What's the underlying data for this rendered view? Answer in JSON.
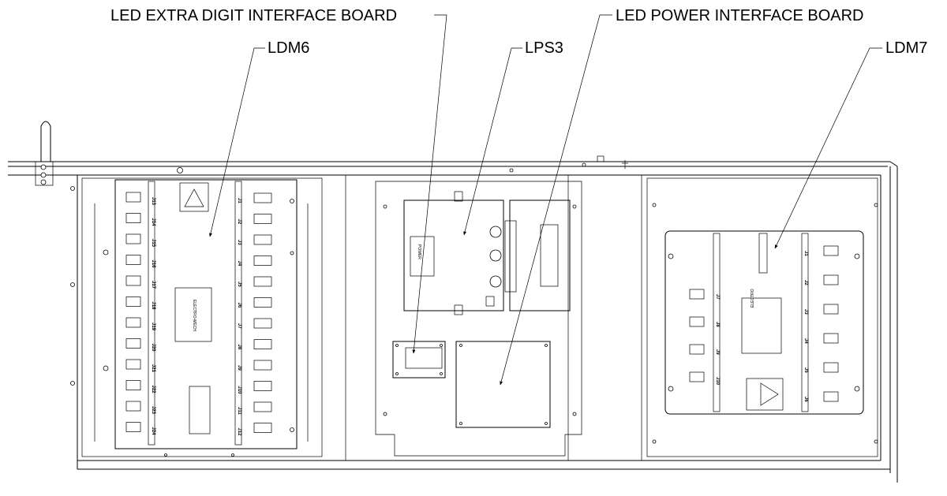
{
  "callouts": {
    "extra_digit": "LED EXTRA DIGIT INTERFACE BOARD",
    "power_interface": "LED POWER INTERFACE BOARD",
    "ldm6": "LDM6",
    "lps3": "LPS3",
    "ldm7": "LDM7"
  },
  "ldm6": {
    "left_jacks": [
      "J13",
      "J14",
      "J15",
      "J16",
      "J17",
      "J18",
      "J19",
      "J20",
      "J21",
      "J22",
      "J23",
      "J24"
    ],
    "right_jacks": [
      "J1",
      "J2",
      "J3",
      "J4",
      "J5",
      "J6",
      "J7",
      "J8",
      "J9",
      "J10",
      "J11",
      "J12"
    ]
  },
  "ldm7": {
    "left_jacks": [
      "J7",
      "J8",
      "J9",
      "J10"
    ],
    "right_jacks": [
      "J1",
      "J2",
      "J3",
      "J4",
      "J5",
      "J6"
    ]
  },
  "colors": {
    "line": "#000000",
    "background": "#ffffff"
  }
}
